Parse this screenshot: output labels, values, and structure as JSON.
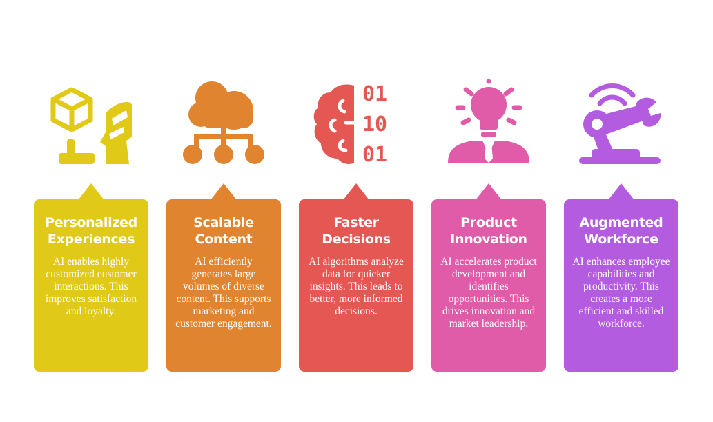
{
  "cards": [
    {
      "title": "Personalized Experiences",
      "description": "AI enables highly customized customer interactions. This improves satisfaction and loyalty.",
      "color": "#E0CA17",
      "icon": "cube-hand-head-icon"
    },
    {
      "title": "Scalable Content",
      "description": "AI efficiently generates large volumes of diverse content. This supports marketing and customer engagement.",
      "color": "#E08430",
      "icon": "cloud-network-icon"
    },
    {
      "title": "Faster Decisions",
      "description": "AI algorithms analyze data for quicker insights. This leads to better, more informed decisions.",
      "color": "#E55752",
      "icon": "brain-binary-icon"
    },
    {
      "title": "Product Innovation",
      "description": "AI accelerates product development and identifies opportunities. This drives innovation and market leadership.",
      "color": "#E05BA8",
      "icon": "lightbulb-person-icon"
    },
    {
      "title": "Augmented Workforce",
      "description": "AI enhances employee capabilities and productivity. This creates a more efficient and skilled workforce.",
      "color": "#B45CE0",
      "icon": "robotic-arm-icon"
    }
  ],
  "binary": {
    "row1": "01",
    "row2": "10",
    "row3": "01"
  }
}
